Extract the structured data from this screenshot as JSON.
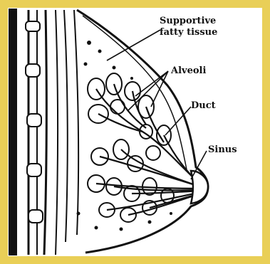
{
  "frame_color": "#e9cf57",
  "labels": {
    "fatty_tissue_line1": "Supportive",
    "fatty_tissue_line2": "fatty tissue",
    "alveoli": "Alveoli",
    "duct": "Duct",
    "sinus": "Sinus"
  }
}
